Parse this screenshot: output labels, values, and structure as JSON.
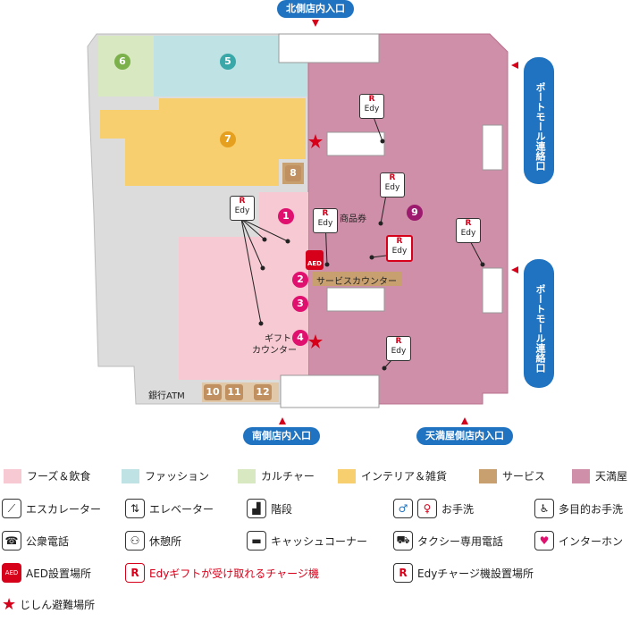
{
  "entrances": {
    "north": "北側店内入口",
    "south": "南側店内入口",
    "tenmaya": "天満屋側店内入口",
    "portmall_1": "ポートモール連絡口",
    "portmall_2": "ポートモール連絡口"
  },
  "shops": {
    "n1": "1",
    "n2": "2",
    "n3": "3",
    "n4": "4",
    "n5": "5",
    "n6": "6",
    "n7": "7",
    "n8": "8",
    "n9": "9",
    "n10": "10",
    "n11": "11",
    "n12": "12"
  },
  "labels": {
    "shohinken": "商品券",
    "service_counter": "サービスカウンター",
    "gift_counter_1": "ギフト",
    "gift_counter_2": "カウンター",
    "bank_atm": "銀行ATM",
    "aed": "AED",
    "edy_r": "R",
    "edy": "Edy"
  },
  "legend": {
    "food": "フーズ＆飲食",
    "fashion": "ファッション",
    "culture": "カルチャー",
    "interior": "インテリア＆雑貨",
    "service": "サービス",
    "tenmaya": "天満屋",
    "escalator": "エスカレーター",
    "elevator": "エレベーター",
    "stairs": "階段",
    "restroom": "お手洗",
    "multi_restroom": "多目的お手洗",
    "phone": "公衆電話",
    "rest_area": "休憩所",
    "cash_corner": "キャッシュコーナー",
    "taxi_phone": "タクシー専用電話",
    "intercom": "インターホン",
    "aed_place": "AED設置場所",
    "edy_gift": "Edyギフトが受け取れるチャージ機",
    "edy_charge": "Edyチャージ機設置場所",
    "shelter": "じしん避難場所"
  },
  "colors": {
    "food": "#f7c9d3",
    "fashion": "#bfe3e4",
    "culture": "#d8e8c0",
    "interior": "#f8cf6e",
    "service": "#c8a070",
    "tenmaya": "#d08fa8",
    "corridor": "#dcdcdc",
    "accent_blue": "#1f73c0",
    "edy_red": "#d7001a",
    "number_pink": "#e0106e",
    "number_purple": "#9c1b6e"
  },
  "icons": {
    "escalator": "escalator-icon",
    "elevator": "elevator-icon",
    "stairs": "stairs-icon",
    "restroom": "restroom-icon",
    "multi": "wheelchair-icon",
    "phone": "phone-icon",
    "rest": "rest-area-icon",
    "cash": "cash-card-icon",
    "taxi": "taxi-icon",
    "intercom": "intercom-icon",
    "aed": "aed-icon",
    "edy": "edy-icon",
    "shelter": "star-icon"
  }
}
